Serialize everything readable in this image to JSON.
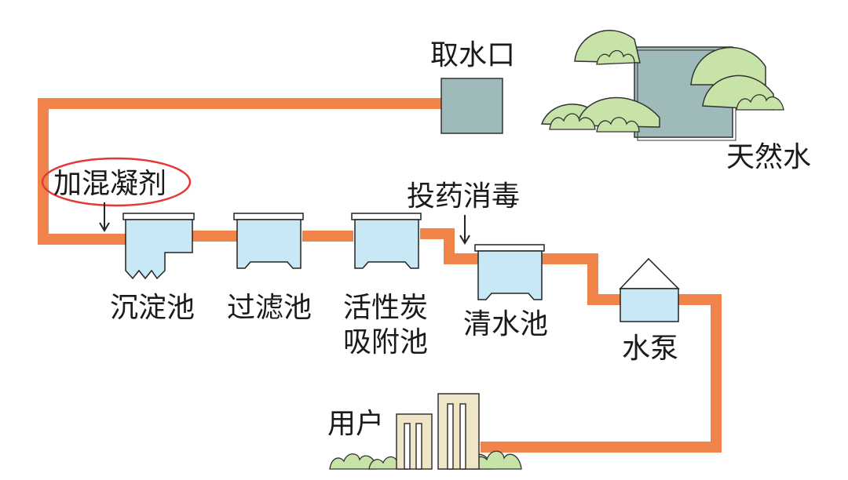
{
  "colors": {
    "pipe": "#F0844A",
    "tank_water": "#C9E8F5",
    "tank_stroke": "#222222",
    "intake_box": "#9FBABA",
    "lake": "#9FBABA",
    "tree": "#C7E3A7",
    "building": "#EFE6C8",
    "highlight_circle": "#E53935"
  },
  "labels": {
    "intake": "取水口",
    "natural_water": "天然水",
    "add_coagulant": "加混凝剂",
    "add_disinfectant": "投药消毒",
    "sedimentation_tank": "沉淀池",
    "filter_tank": "过滤池",
    "carbon_line1": "活性炭",
    "carbon_line2": "吸附池",
    "clear_water_tank": "清水池",
    "water_pump": "水泵",
    "users": "用户"
  },
  "icons": {
    "tree": "bush-tree-icon",
    "building": "apartment-building-icon",
    "arrow": "down-arrow-icon"
  }
}
